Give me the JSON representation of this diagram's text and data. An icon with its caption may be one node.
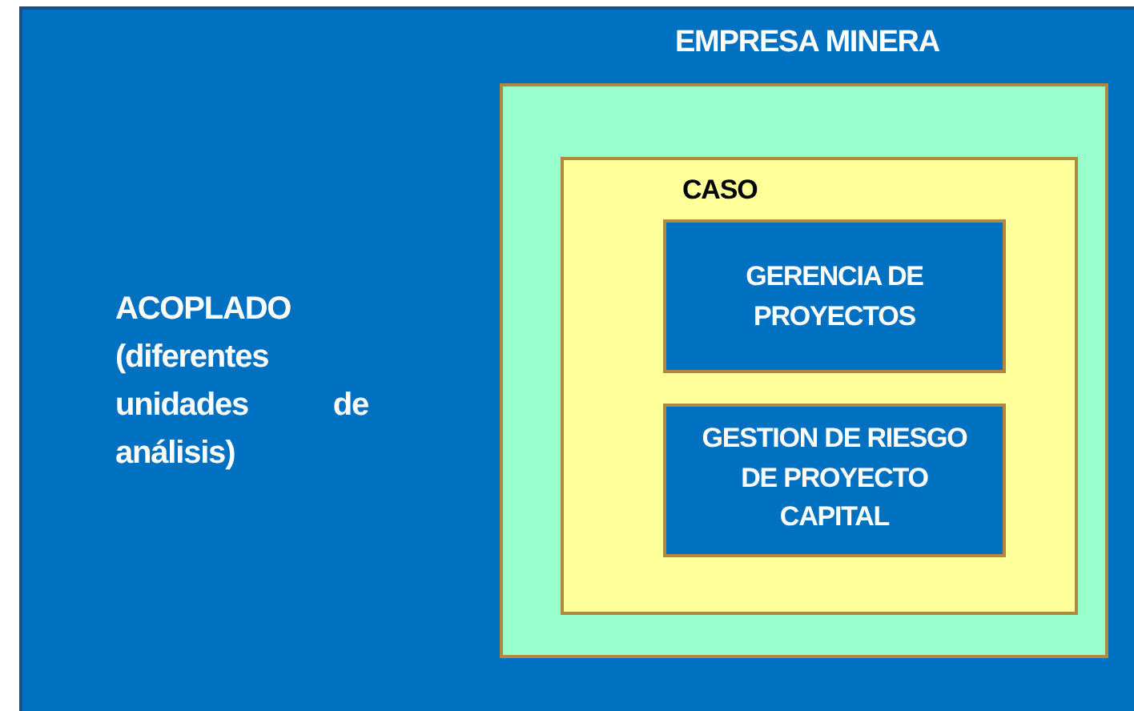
{
  "diagram": {
    "nodes": [
      {
        "text": [
          "ACOPLADO (diferentes unidades de análisis)"
        ]
      },
      {
        "text": [
          "EMPRESA MINERA"
        ],
        "in": 0
      },
      {
        "text": [
          "CASO"
        ],
        "in": 1
      },
      {
        "text": [
          "GERENCIA DE PROYECTOS"
        ],
        "in": 2
      },
      {
        "text": [
          "GESTION DE RIESGO DE PROYECTO CAPITAL"
        ],
        "in": 2
      }
    ]
  }
}
